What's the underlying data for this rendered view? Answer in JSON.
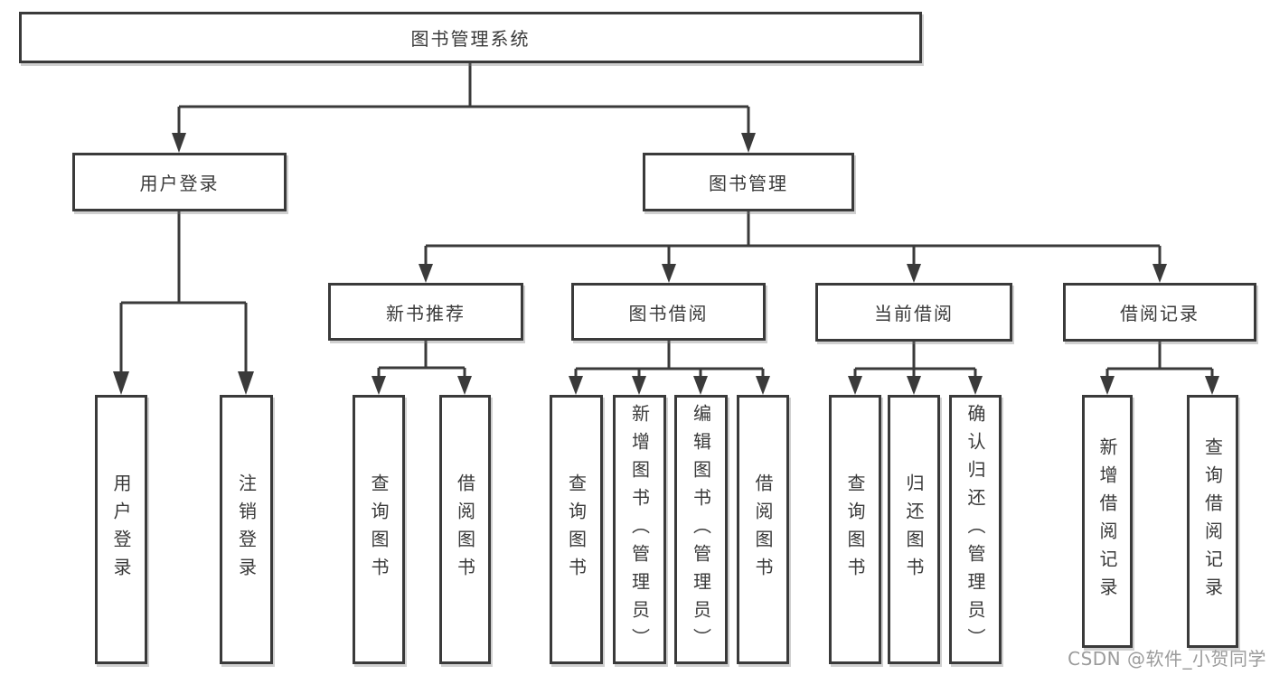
{
  "title": "图书管理系统",
  "watermark": {
    "text": "CSDN @软件_小贺同学"
  },
  "colors": {
    "line": "#3a3a3a",
    "box_border": "#3a3a3a",
    "text": "#3a3a3a",
    "watermark": "#9b9b9b",
    "background": "#ffffff"
  },
  "tree": {
    "root": {
      "label": "图书管理系统",
      "children": [
        {
          "label": "用户登录",
          "children": [
            {
              "label": "用户登录"
            },
            {
              "label": "注销登录"
            }
          ]
        },
        {
          "label": "图书管理",
          "children": [
            {
              "label": "新书推荐",
              "children": [
                {
                  "label": "查询图书"
                },
                {
                  "label": "借阅图书"
                }
              ]
            },
            {
              "label": "图书借阅",
              "children": [
                {
                  "label": "查询图书"
                },
                {
                  "label": "新增图书（管理员）"
                },
                {
                  "label": "编辑图书（管理员）"
                },
                {
                  "label": "借阅图书"
                }
              ]
            },
            {
              "label": "当前借阅",
              "children": [
                {
                  "label": "查询图书"
                },
                {
                  "label": "归还图书"
                },
                {
                  "label": "确认归还（管理员）"
                }
              ]
            },
            {
              "label": "借阅记录",
              "children": [
                {
                  "label": "新增借阅记录"
                },
                {
                  "label": "查询借阅记录"
                }
              ]
            }
          ]
        }
      ]
    }
  }
}
